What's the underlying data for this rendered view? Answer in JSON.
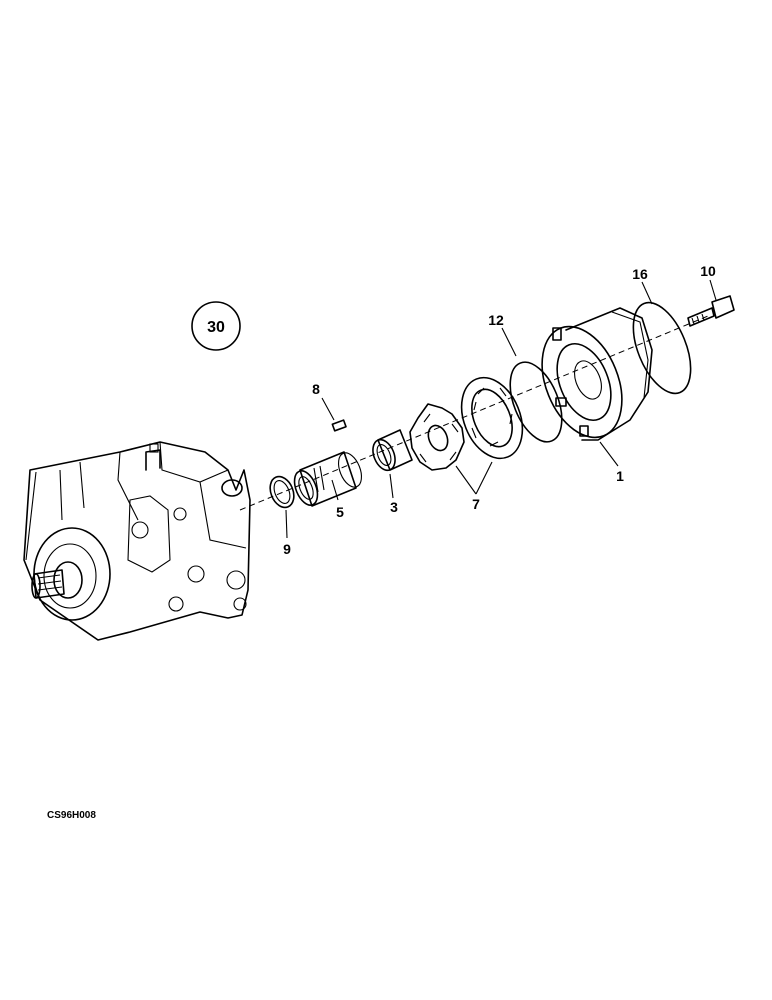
{
  "reference_marker": "30",
  "drawing_code": "CS96H008",
  "callouts": {
    "c1": "1",
    "c3": "3",
    "c5": "5",
    "c7": "7",
    "c8": "8",
    "c9": "9",
    "c10": "10",
    "c12": "12",
    "c16": "16"
  }
}
